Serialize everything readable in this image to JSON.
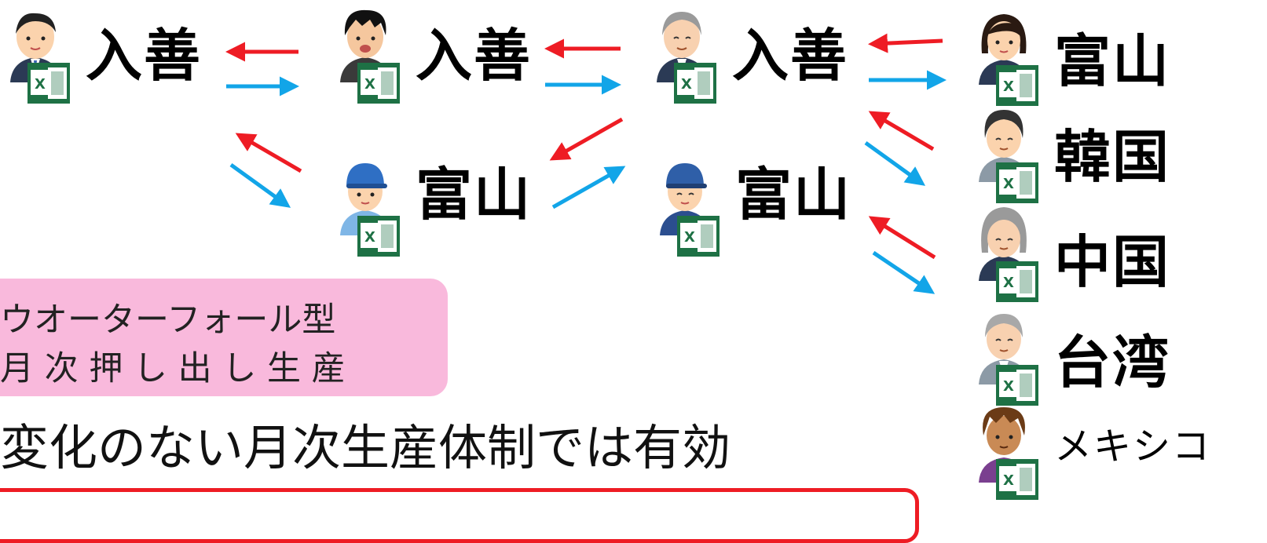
{
  "colors": {
    "arrow_red": "#ee1c24",
    "arrow_blue": "#12a5e8",
    "excel_green": "#1e7145",
    "pink_box": "#f9b9dc",
    "red_box_border": "#ee1c24"
  },
  "nodes": {
    "n1": {
      "label": "入善",
      "icon": "businessman-excel-icon"
    },
    "n2": {
      "label": "入善",
      "icon": "young-man-excel-icon"
    },
    "n3": {
      "label": "入善",
      "icon": "elderly-man-excel-icon"
    },
    "n4": {
      "label": "富山",
      "icon": "woman-excel-icon"
    },
    "n5": {
      "label": "富山",
      "icon": "cap-worker-excel-icon"
    },
    "n6": {
      "label": "富山",
      "icon": "cap-worker-excel-icon"
    },
    "n7": {
      "label": "韓国",
      "icon": "older-woman-excel-icon"
    },
    "n8": {
      "label": "中国",
      "icon": "elderly-woman-excel-icon"
    },
    "n9": {
      "label": "台湾",
      "icon": "elderly-man-excel-icon"
    },
    "n10": {
      "label": "メキシコ",
      "icon": "mexican-man-excel-icon"
    }
  },
  "pink_box": {
    "line1": "ウオーターフォール型",
    "line2": "月 次 押 し 出 し 生 産"
  },
  "statement": "変化のない月次生産体制では有効"
}
